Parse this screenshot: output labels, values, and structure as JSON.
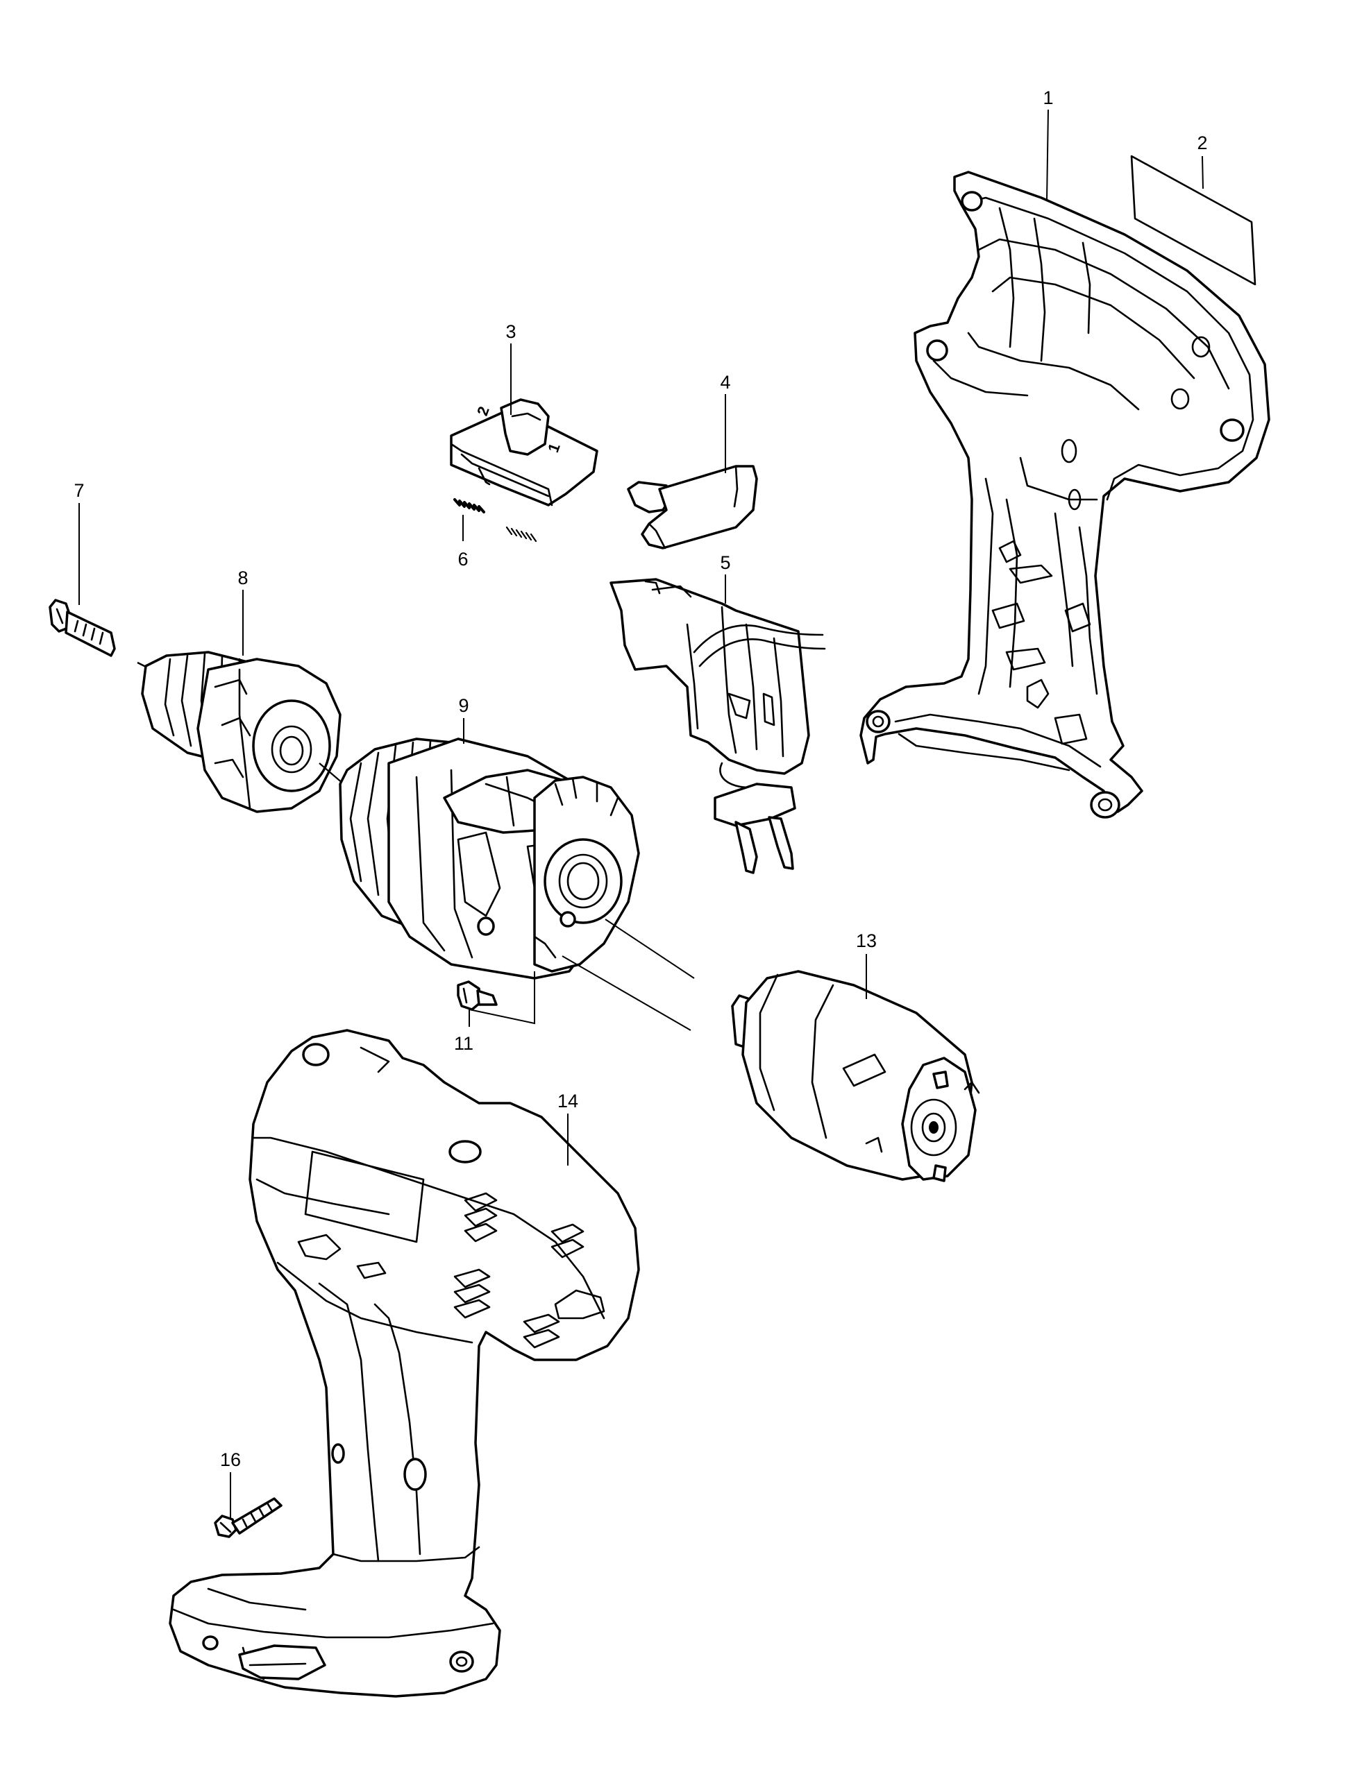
{
  "callouts": [
    {
      "id": "1",
      "label": "1"
    },
    {
      "id": "2",
      "label": "2"
    },
    {
      "id": "3",
      "label": "3"
    },
    {
      "id": "4",
      "label": "4"
    },
    {
      "id": "5",
      "label": "5"
    },
    {
      "id": "6",
      "label": "6"
    },
    {
      "id": "7",
      "label": "7"
    },
    {
      "id": "8",
      "label": "8"
    },
    {
      "id": "9",
      "label": "9"
    },
    {
      "id": "11",
      "label": "11"
    },
    {
      "id": "13",
      "label": "13"
    },
    {
      "id": "14",
      "label": "14"
    },
    {
      "id": "16",
      "label": "16"
    }
  ],
  "knob_marks": {
    "low": "2",
    "high": "1"
  }
}
